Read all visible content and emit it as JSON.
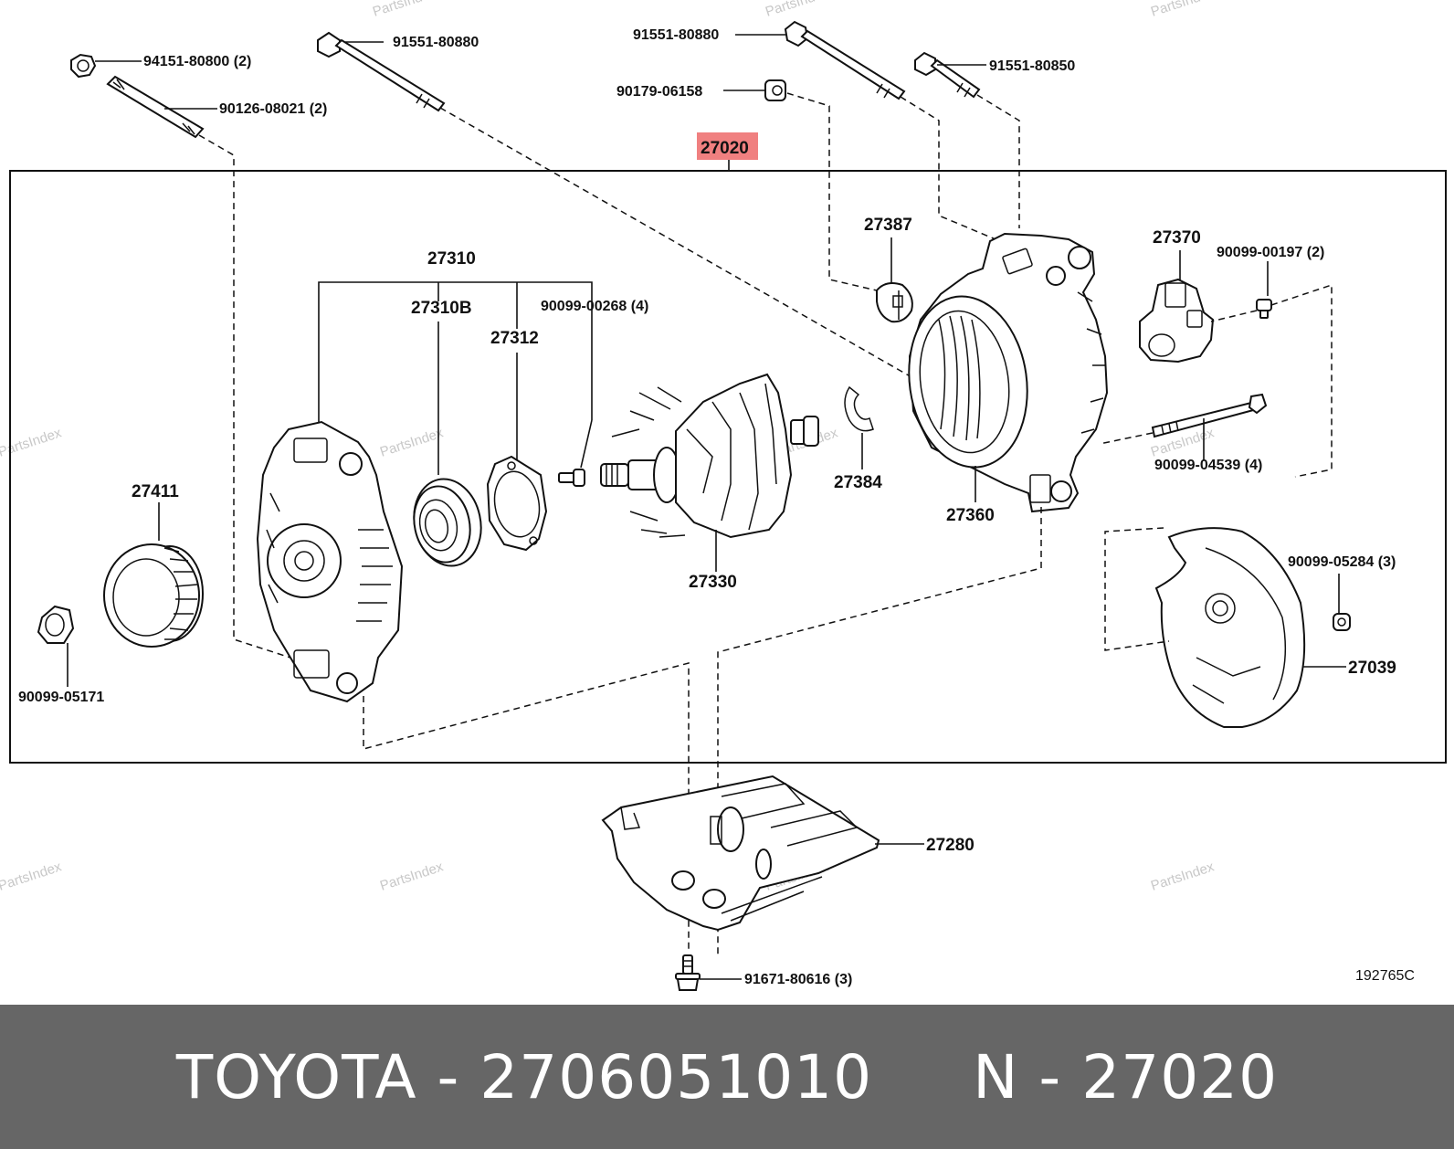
{
  "diagram": {
    "assembly_label": "27020",
    "drawing_code": "192765C",
    "watermark": "PartsIndex",
    "labels": {
      "p94151": "94151-80800 (2)",
      "p90126": "90126-08021 (2)",
      "p91551_80880_a": "91551-80880",
      "p91551_80880_b": "91551-80880",
      "p90179": "90179-06158",
      "p91551_80850": "91551-80850",
      "p27310": "27310",
      "p27310B": "27310B",
      "p27312": "27312",
      "p90099_00268": "90099-00268 (4)",
      "p27387": "27387",
      "p27370": "27370",
      "p90099_00197": "90099-00197 (2)",
      "p27411": "27411",
      "p27384": "27384",
      "p27360": "27360",
      "p90099_04539": "90099-04539 (4)",
      "p27330": "27330",
      "p90099_05284": "90099-05284 (3)",
      "p27039": "27039",
      "p90099_05171": "90099-05171",
      "p27280": "27280",
      "p91671": "91671-80616 (3)"
    },
    "highlight_color": "#f08080"
  },
  "footer": {
    "text": "TOYOTA - 2706051010     N - 27020"
  }
}
